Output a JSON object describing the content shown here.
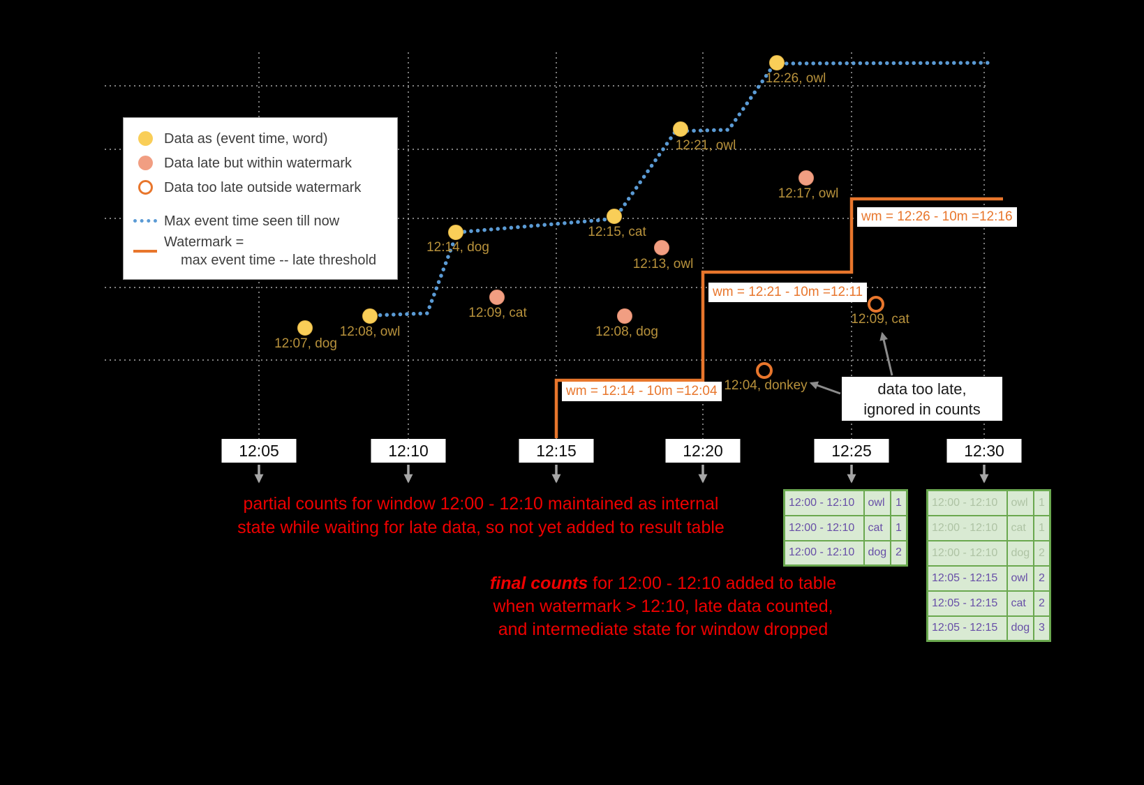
{
  "legend": {
    "items": [
      {
        "label": "Data as (event time, word)"
      },
      {
        "label": "Data late but within watermark"
      },
      {
        "label": "Data too late outside watermark"
      },
      {
        "label": "Max event time seen till now"
      },
      {
        "label": "Watermark =",
        "label2": "max event time -- late threshold"
      }
    ]
  },
  "points": [
    {
      "label": "12:07, dog",
      "kind": "on-time"
    },
    {
      "label": "12:08, owl",
      "kind": "on-time"
    },
    {
      "label": "12:14, dog",
      "kind": "on-time"
    },
    {
      "label": "12:15, cat",
      "kind": "on-time"
    },
    {
      "label": "12:21, owl",
      "kind": "on-time"
    },
    {
      "label": "12:26, owl",
      "kind": "on-time"
    },
    {
      "label": "12:09, cat",
      "kind": "late-within-watermark"
    },
    {
      "label": "12:08, dog",
      "kind": "late-within-watermark"
    },
    {
      "label": "12:13, owl",
      "kind": "late-within-watermark"
    },
    {
      "label": "12:17, owl",
      "kind": "late-within-watermark"
    },
    {
      "label": "12:04, donkey",
      "kind": "too-late"
    },
    {
      "label": "12:09, cat",
      "kind": "too-late"
    }
  ],
  "wm_labels": [
    "wm = 12:14 - 10m =12:04",
    "wm = 12:21 - 10m =12:11",
    "wm = 12:26 - 10m =12:16"
  ],
  "axis": {
    "ticks": [
      "12:05",
      "12:10",
      "12:15",
      "12:20",
      "12:25",
      "12:30"
    ]
  },
  "callout": {
    "line1": "data too late,",
    "line2": "ignored in counts"
  },
  "annotations": {
    "partial_line1": "partial counts for window 12:00 - 12:10 maintained as internal",
    "partial_line2": "state while waiting for late data, so not yet added  to result table",
    "final_emphasis": "final counts",
    "final_rest": " for 12:00 - 12:10 added to table",
    "final_line2": "when watermark > 12:10, late data counted,",
    "final_line3": "and intermediate state for window dropped"
  },
  "tables": {
    "left": {
      "rows": [
        [
          "12:00 - 12:10",
          "owl",
          "1"
        ],
        [
          "12:00 - 12:10",
          "cat",
          "1"
        ],
        [
          "12:00 - 12:10",
          "dog",
          "2"
        ]
      ]
    },
    "right": {
      "faded_rows": 3,
      "rows": [
        [
          "12:00 - 12:10",
          "owl",
          "1"
        ],
        [
          "12:00 - 12:10",
          "cat",
          "1"
        ],
        [
          "12:00 - 12:10",
          "dog",
          "2"
        ],
        [
          "12:05 - 12:15",
          "owl",
          "2"
        ],
        [
          "12:05 - 12:15",
          "cat",
          "2"
        ],
        [
          "12:05 - 12:15",
          "dog",
          "3"
        ]
      ]
    }
  },
  "colors": {
    "on_time_point": "#F9CE58",
    "late_point": "#F19E82",
    "too_late_stroke": "#E8762C",
    "max_event_time_line": "#5B9BD5",
    "watermark_line": "#E8762C",
    "point_label": "#B8923C",
    "annotation_red": "#EE0000",
    "table_border": "#6AA84F",
    "table_bg": "#D9EAD3",
    "table_text": "#674EA7"
  }
}
